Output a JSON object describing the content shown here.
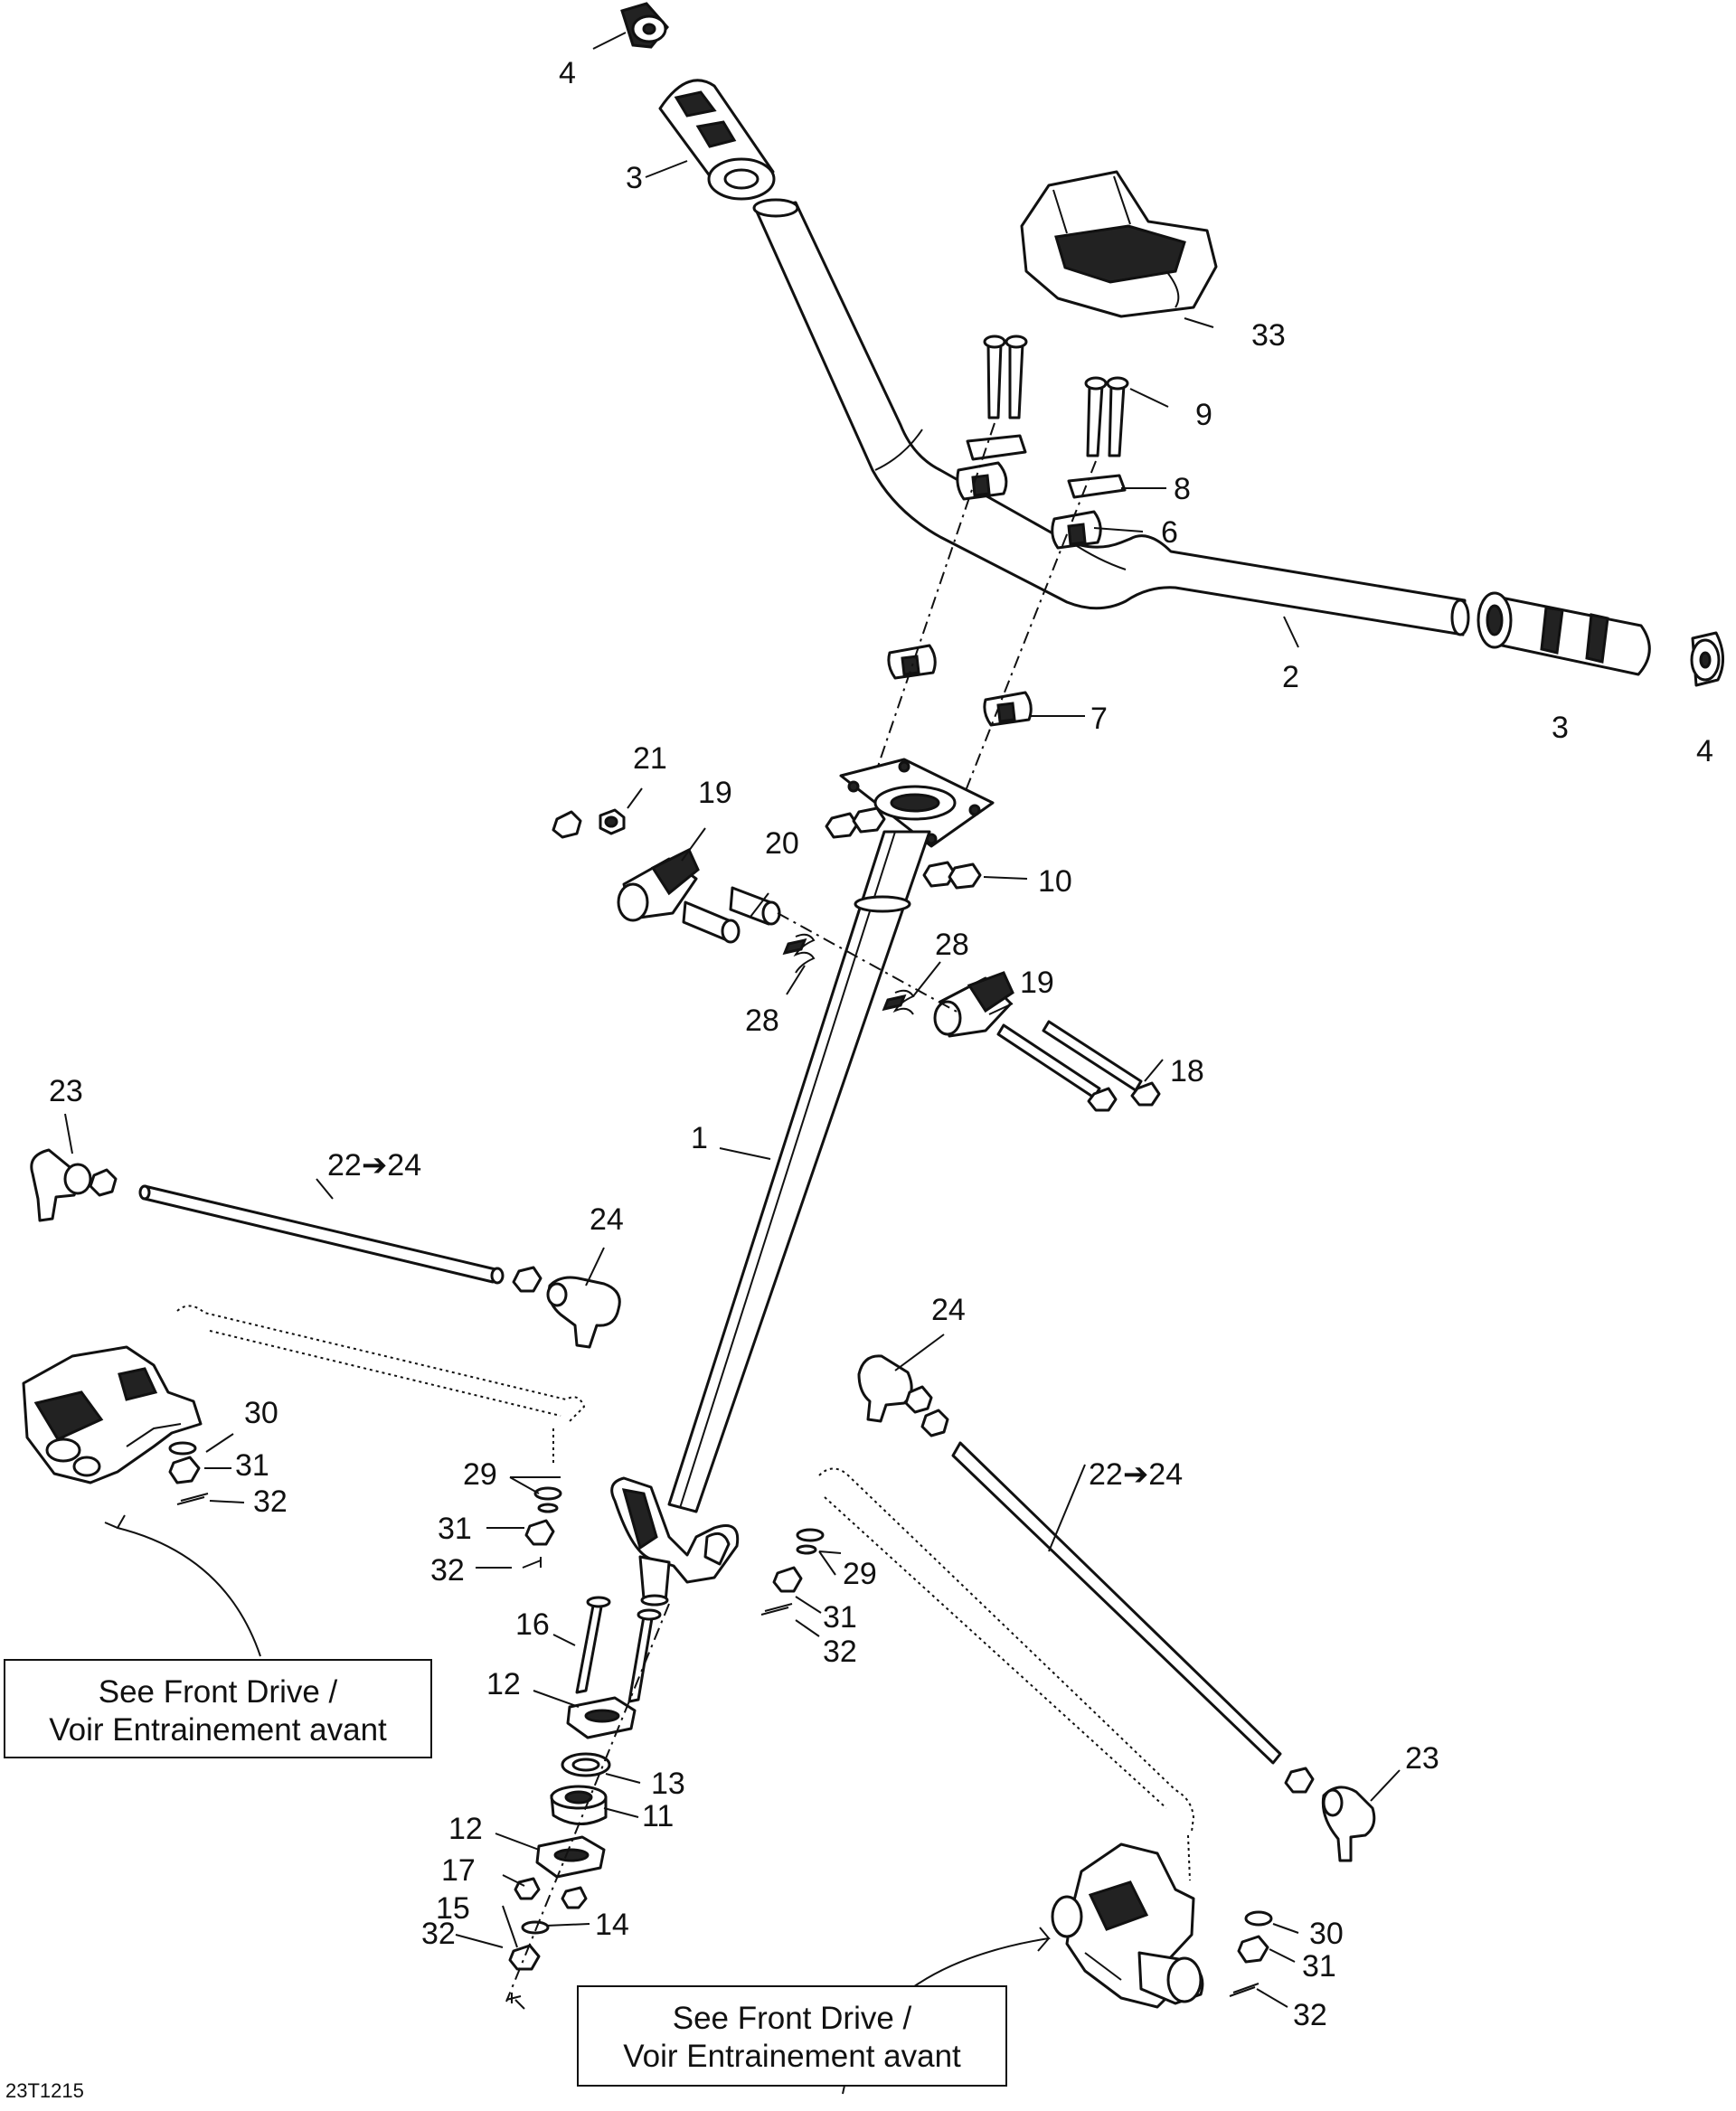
{
  "figure_code": "23T1215",
  "note": {
    "line1": "See Front Drive /",
    "line2": "Voir Entrainement avant"
  },
  "callouts": {
    "c1": "1",
    "c2": "2",
    "c3": "3",
    "c4": "4",
    "c6": "6",
    "c7": "7",
    "c8": "8",
    "c9": "9",
    "c10": "10",
    "c11": "11",
    "c12": "12",
    "c13": "13",
    "c14": "14",
    "c15": "15",
    "c16": "16",
    "c17": "17",
    "c18": "18",
    "c19": "19",
    "c20": "20",
    "c21": "21",
    "c22_24": "22➔24",
    "c23": "23",
    "c24": "24",
    "c28": "28",
    "c29": "29",
    "c30": "30",
    "c31": "31",
    "c32": "32",
    "c33": "33"
  }
}
